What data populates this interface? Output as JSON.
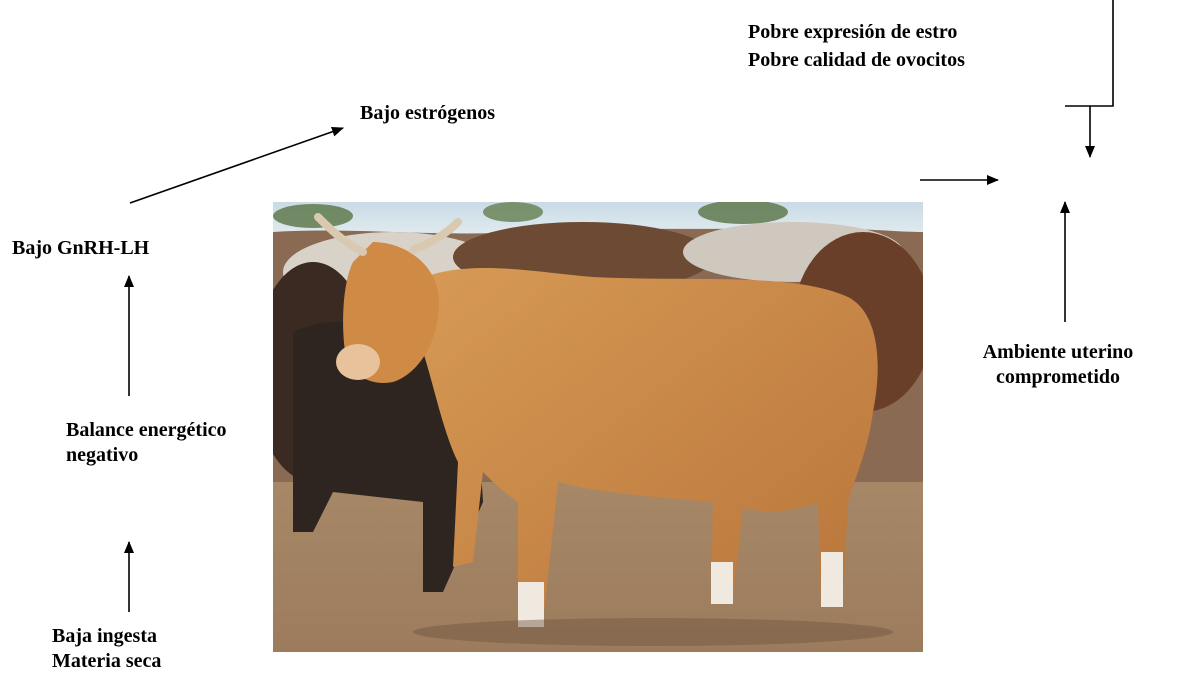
{
  "labels": {
    "poor_estrus": "Pobre expresión de estro",
    "poor_oocytes": "Pobre calidad de ovocitos",
    "low_estrogen": "Bajo estrógenos",
    "low_gnrh": "Bajo GnRH-LH",
    "uterine_line1": "Ambiente uterino",
    "uterine_line2": "comprometido",
    "balance_line1": "Balance energético",
    "balance_line2": "negativo",
    "intake_line1": "Baja ingesta",
    "intake_line2": "Materia seca"
  },
  "photo": {
    "subject": "brown-zebu-cow",
    "background": "cattle-herd-in-dry-pen"
  },
  "colors": {
    "text": "#000000",
    "arrow": "#000000",
    "background": "#ffffff"
  }
}
